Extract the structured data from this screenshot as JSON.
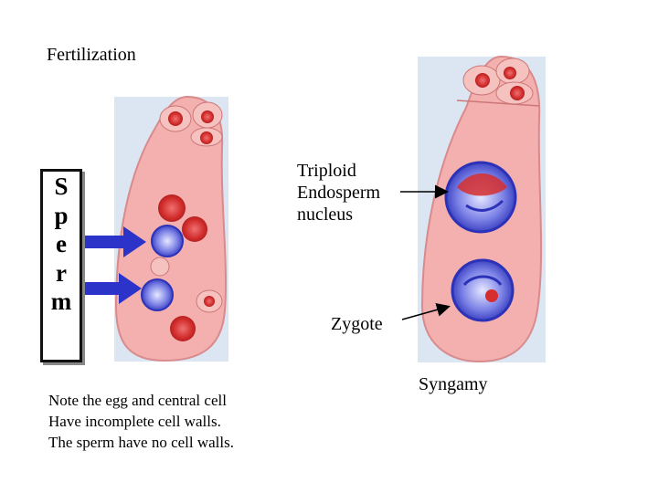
{
  "title": "Fertilization",
  "labels": {
    "triploid_lines": [
      "Triploid",
      "Endosperm",
      "nucleus"
    ],
    "zygote": "Zygote",
    "syngamy": "Syngamy"
  },
  "sperm_letters": [
    "S",
    "p",
    "e",
    "r",
    "m"
  ],
  "note_lines": [
    "Note the egg and central cell",
    "Have incomplete cell walls.",
    "The sperm have no cell walls."
  ],
  "colors": {
    "ovule_fill": "#f3b0ae",
    "ovule_edge": "#d98a8c",
    "nucleus_red": "#d62e2e",
    "nucleus_blue": "#4045c8",
    "arrow_blue": "#2b33c9",
    "panel_bg": "#dce6f2"
  }
}
